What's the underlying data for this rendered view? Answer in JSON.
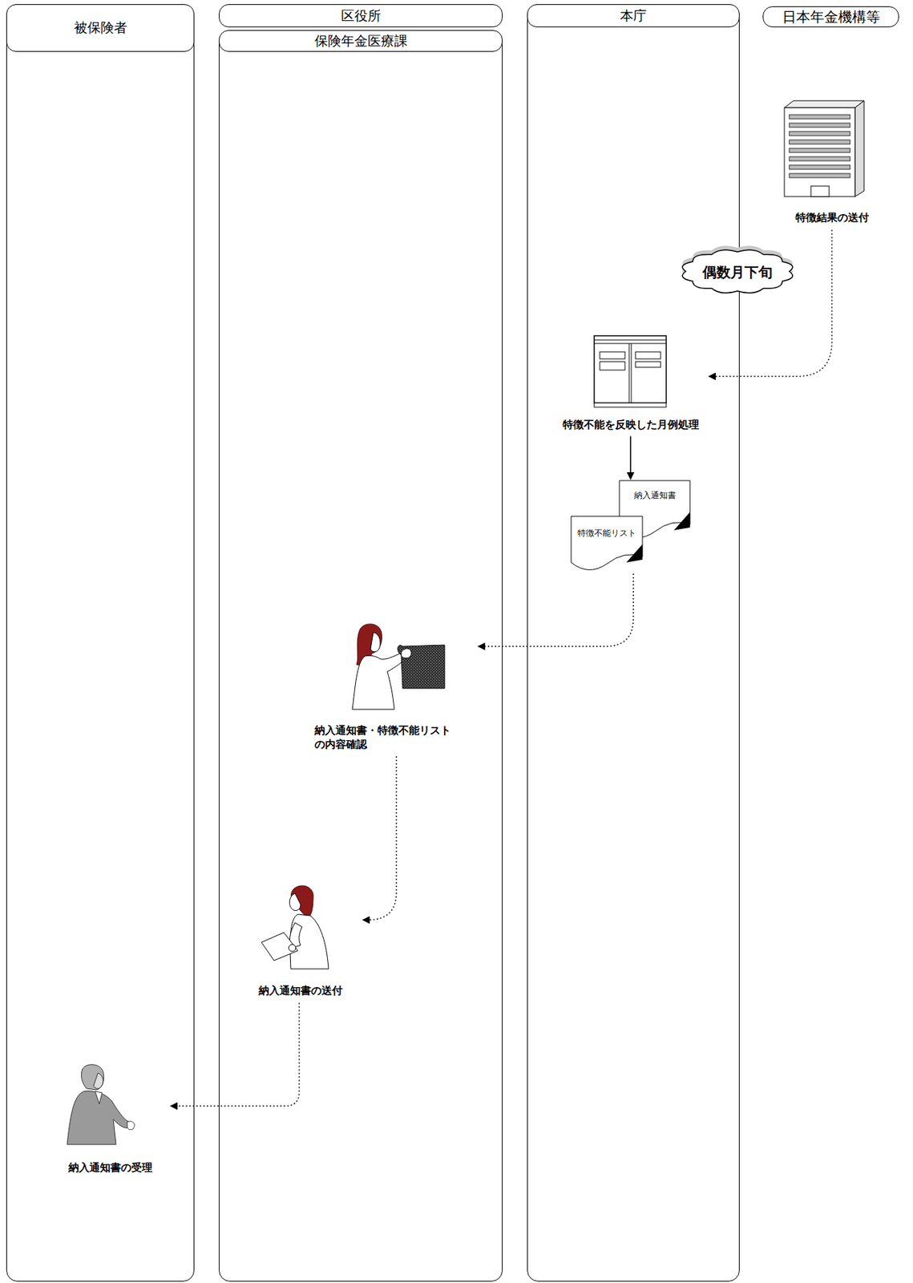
{
  "diagram": {
    "nodes": [
      {
        "text": [
          "被保険者"
        ]
      },
      {
        "text": [
          "区役所"
        ]
      },
      {
        "text": [
          "保険年金医療課"
        ],
        "in": 1
      },
      {
        "text": [
          "本庁"
        ]
      },
      {
        "text": [
          "日本年金機構等"
        ]
      },
      {
        "text": [
          "特徴結果の送付"
        ],
        "in": 4
      },
      {
        "text": [
          "偶数月下旬"
        ]
      },
      {
        "text": [
          "特徴不能を反映した月例処理"
        ],
        "in": 3
      },
      {
        "text": [
          "納入通知書"
        ],
        "in": 3
      },
      {
        "text": [
          "特徴不能リスト"
        ],
        "in": 3
      },
      {
        "text": [
          "納入通知書・特徴不能リスト の内容確認"
        ],
        "in": 2
      },
      {
        "text": [
          "納入通知書の送付"
        ],
        "in": 2
      },
      {
        "text": [
          "納入通知書の受理"
        ],
        "in": 0
      }
    ],
    "edges": [
      {
        "from": 5,
        "to": 7,
        "arrow": "to"
      },
      {
        "from": 7,
        "to": 8,
        "arrow": "to"
      },
      {
        "from": 9,
        "to": 10,
        "arrow": "to"
      },
      {
        "from": 10,
        "to": 11,
        "arrow": "to"
      },
      {
        "from": 11,
        "to": 12,
        "arrow": "to"
      }
    ]
  }
}
